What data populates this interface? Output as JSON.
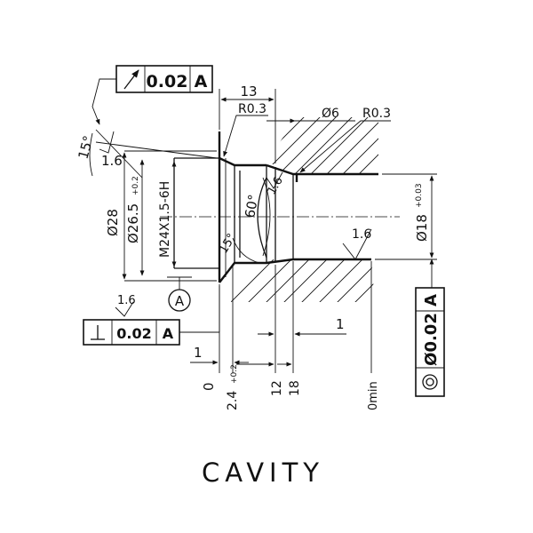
{
  "drawing": {
    "caption": "CAVITY",
    "datum_label": "A",
    "callouts": {
      "top_frame": {
        "tolerance": "0.02",
        "datum": "A"
      },
      "left_frame": {
        "tolerance": "0.02",
        "datum": "A"
      },
      "right_frame": {
        "tolerance": "Ø0.02",
        "datum": "A"
      }
    },
    "dimensions": {
      "width_13": "13",
      "radius_top_left": "R0.3",
      "dia_6": "Ø6",
      "radius_top_right": "R0.3",
      "angle_15": "15°",
      "dia_28": "Ø28",
      "dia_26_5": "Ø26.5",
      "dia_26_5_tol": "+0.2",
      "thread": "M24X1.5-6H",
      "angle_60": "60°",
      "angle_15_inner": "15°",
      "dia_18": "Ø18",
      "dia_18_tol": "+0.03",
      "min_1_left": "1",
      "min_1_right": "1",
      "x_0": "0",
      "x_2_4": "2.4",
      "x_2_4_tol": "+0.2",
      "x_12": "12",
      "x_18": "18",
      "x_min": "0min"
    },
    "surface_finish": {
      "left_top": "1.6",
      "cone": "1.6",
      "bore_right": "1.6",
      "bottom_left": "1.6"
    }
  }
}
